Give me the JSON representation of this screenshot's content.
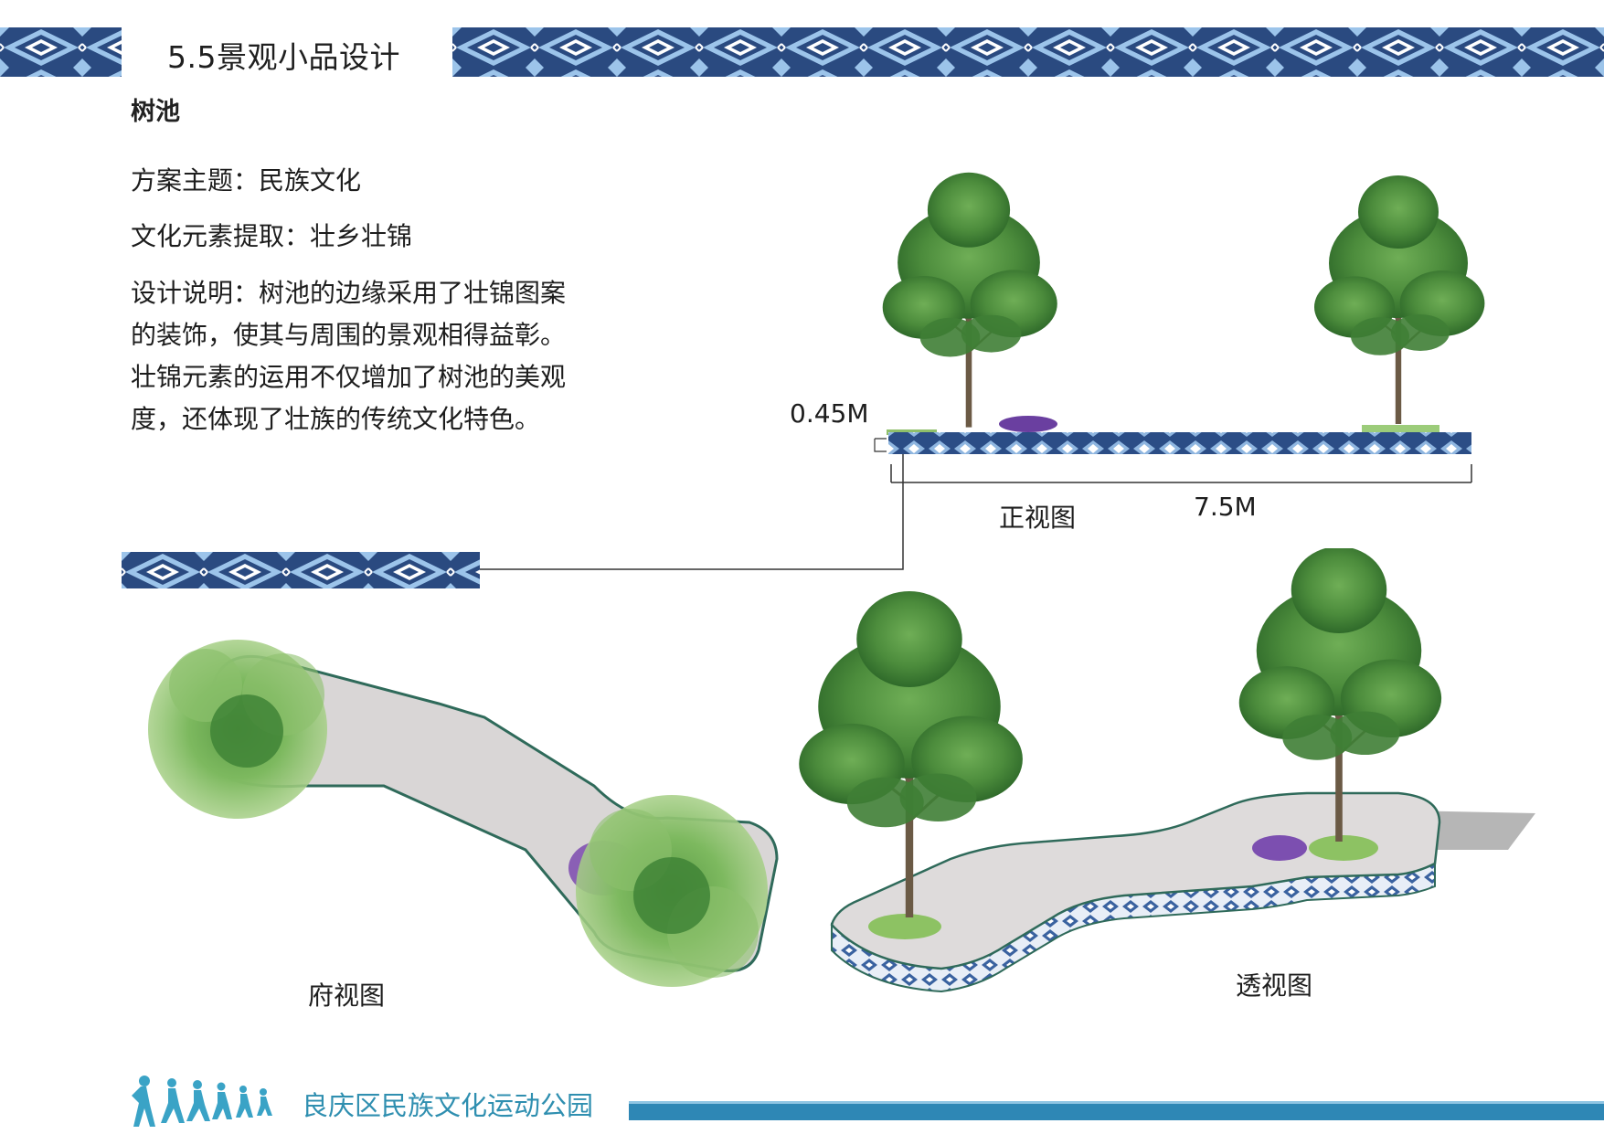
{
  "header": {
    "section_title": "5.5景观小品设计"
  },
  "content": {
    "subtitle": "树池",
    "theme": "方案主题：民族文化",
    "elements": "文化元素提取：壮乡壮锦",
    "description_lines": [
      "设计说明：树池的边缘采用了壮锦图案",
      "的装饰，使其与周围的景观相得益彰。",
      "壮锦元素的运用不仅增加了树池的美观",
      "度，还体现了壮族的传统文化特色。"
    ]
  },
  "front_view": {
    "height_label": "0.45M",
    "length_label": "7.5M",
    "caption": "正视图"
  },
  "plan_view": {
    "caption": "府视图"
  },
  "perspective_view": {
    "caption": "透视图"
  },
  "footer": {
    "park_name": "良庆区民族文化运动公园"
  },
  "colors": {
    "brocade_dark": "#2a4a80",
    "brocade_mid": "#4f79b8",
    "brocade_light": "#9cc4ea",
    "footer_blue": "#2e87b5",
    "tree_green": "#4f8f3f",
    "planter_grey": "#d9d6d6"
  },
  "icons": [
    "runners-logo-icon",
    "tree-icon",
    "flower-bed-icon"
  ]
}
